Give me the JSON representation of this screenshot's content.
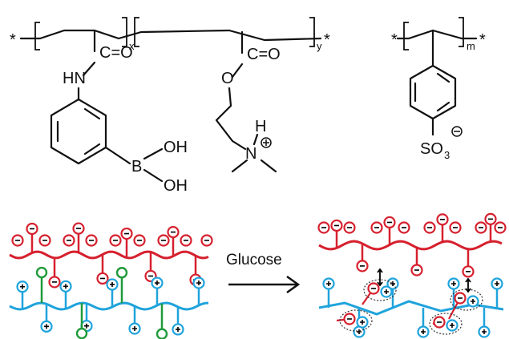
{
  "polymer_left": {
    "subscript_x": "x",
    "subscript_y": "y",
    "carbonyl_1": "C=O",
    "carbonyl_2": "C=O",
    "amine": "HN",
    "ester_o": "O",
    "boron": "B",
    "oh_top": "OH",
    "oh_bottom": "OH",
    "ammonium_n": "N",
    "ammonium_h": "H",
    "end_mark": "*"
  },
  "polymer_right": {
    "subscript_m": "m",
    "sulfonate_s": "SO",
    "sulfonate_sub": "3",
    "end_mark": "*"
  },
  "scheme": {
    "arrow_label": "Glucose"
  },
  "colors": {
    "anionic_chain": "#d6202e",
    "cationic_chain": "#1fa3dc",
    "boronic_chain": "#1f9a3a",
    "dashed_complex": "#333333"
  }
}
